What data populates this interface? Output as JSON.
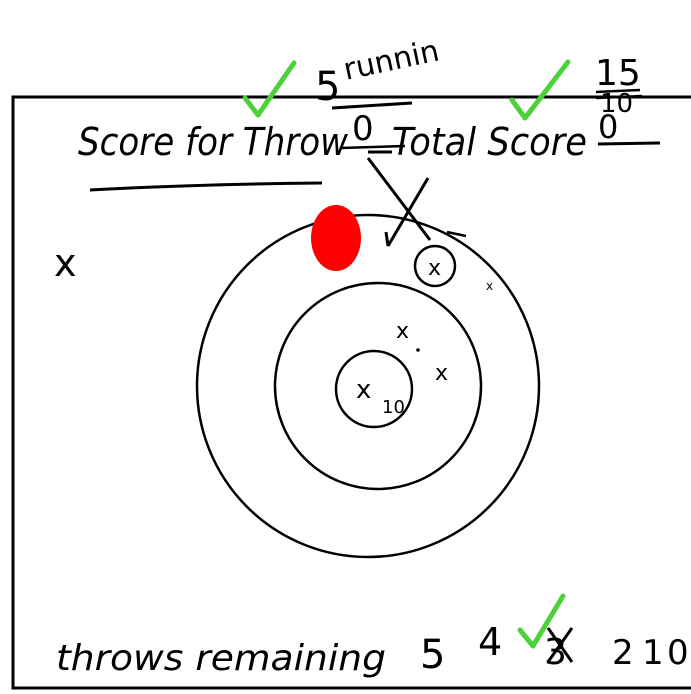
{
  "header": {
    "score_for_throw_label": "Score for Throw",
    "score_for_throw_old": "0",
    "score_for_throw_new": "5",
    "running_note": "runnin",
    "total_score_label": "Total Score",
    "total_score_old_1": "0",
    "total_score_old_2": "10",
    "total_score_new": "15"
  },
  "target": {
    "hit_markers": [
      "x",
      "x",
      "x",
      "x",
      "x",
      "x"
    ],
    "center_value": "10"
  },
  "footer": {
    "throws_remaining_label": "throws remaining",
    "counts": [
      "5",
      "4",
      "3",
      "2",
      "1",
      "0"
    ]
  },
  "colors": {
    "ink": "#000000",
    "check": "#4cd13a",
    "dart": "#ff0000"
  },
  "icons": {
    "check": "check-mark-icon",
    "dart": "dart-hit-icon"
  }
}
